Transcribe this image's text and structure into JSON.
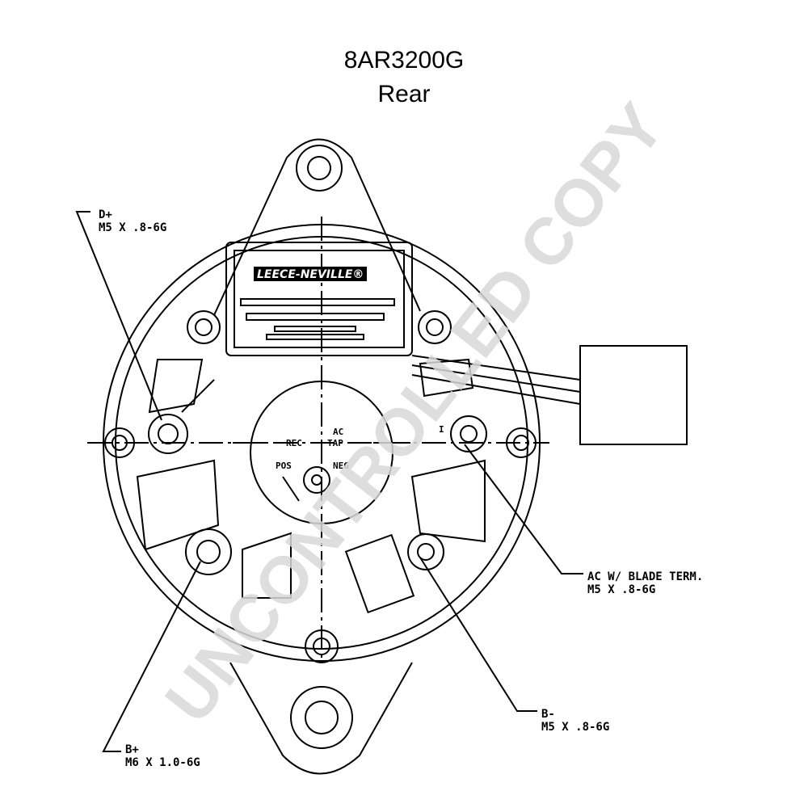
{
  "title": "8AR3200G",
  "subtitle": "Rear",
  "watermark": "UNCONTROLLED COPY",
  "logo": "LEECE-NEVILLE®",
  "labels": {
    "rec": "REC",
    "ac_tap": {
      "line1": "AC",
      "line2": "TAP"
    },
    "pos": "POS",
    "neg": "NEG",
    "i_mark": "I"
  },
  "callouts": {
    "d_plus": {
      "name": "D+",
      "spec": "M5 X .8-6G"
    },
    "ac_blade": {
      "name": "AC W/ BLADE TERM.",
      "spec": "M5 X .8-6G"
    },
    "b_minus": {
      "name": "B-",
      "spec": "M5 X .8-6G"
    },
    "b_plus": {
      "name": "B+",
      "spec": "M6 X 1.0-6G"
    }
  },
  "colors": {
    "line": "#000000",
    "watermark": "#d9d9d9"
  }
}
